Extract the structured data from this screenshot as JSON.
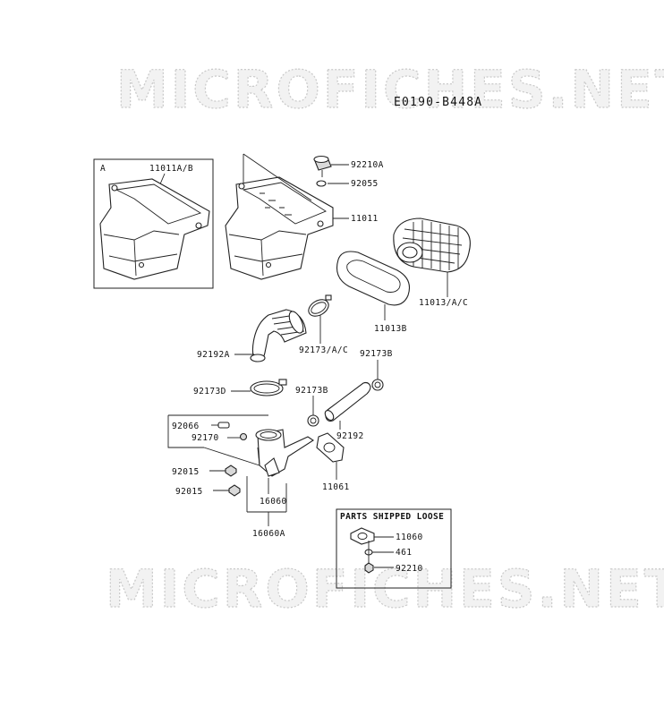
{
  "diagram": {
    "watermark": "MICROFICHES.NET",
    "reference_code": "E0190-B448A",
    "inset_letter": "A",
    "loose_box_title": "PARTS SHIPPED LOOSE",
    "labels": {
      "p11011AB": "11011A/B",
      "p92210A": "92210A",
      "p92055": "92055",
      "p11011": "11011",
      "p11013AC": "11013/A/C",
      "p11013B": "11013B",
      "p92192A": "92192A",
      "p92173AC": "92173/A/C",
      "p92173B_top": "92173B",
      "p92173D": "92173D",
      "p92173B_mid": "92173B",
      "p92066": "92066",
      "p92170": "92170",
      "p92192": "92192",
      "p92015_a": "92015",
      "p92015_b": "92015",
      "p11061": "11061",
      "p16060": "16060",
      "p16060A": "16060A",
      "p11060": "11060",
      "p461": "461",
      "p92210": "92210"
    }
  }
}
